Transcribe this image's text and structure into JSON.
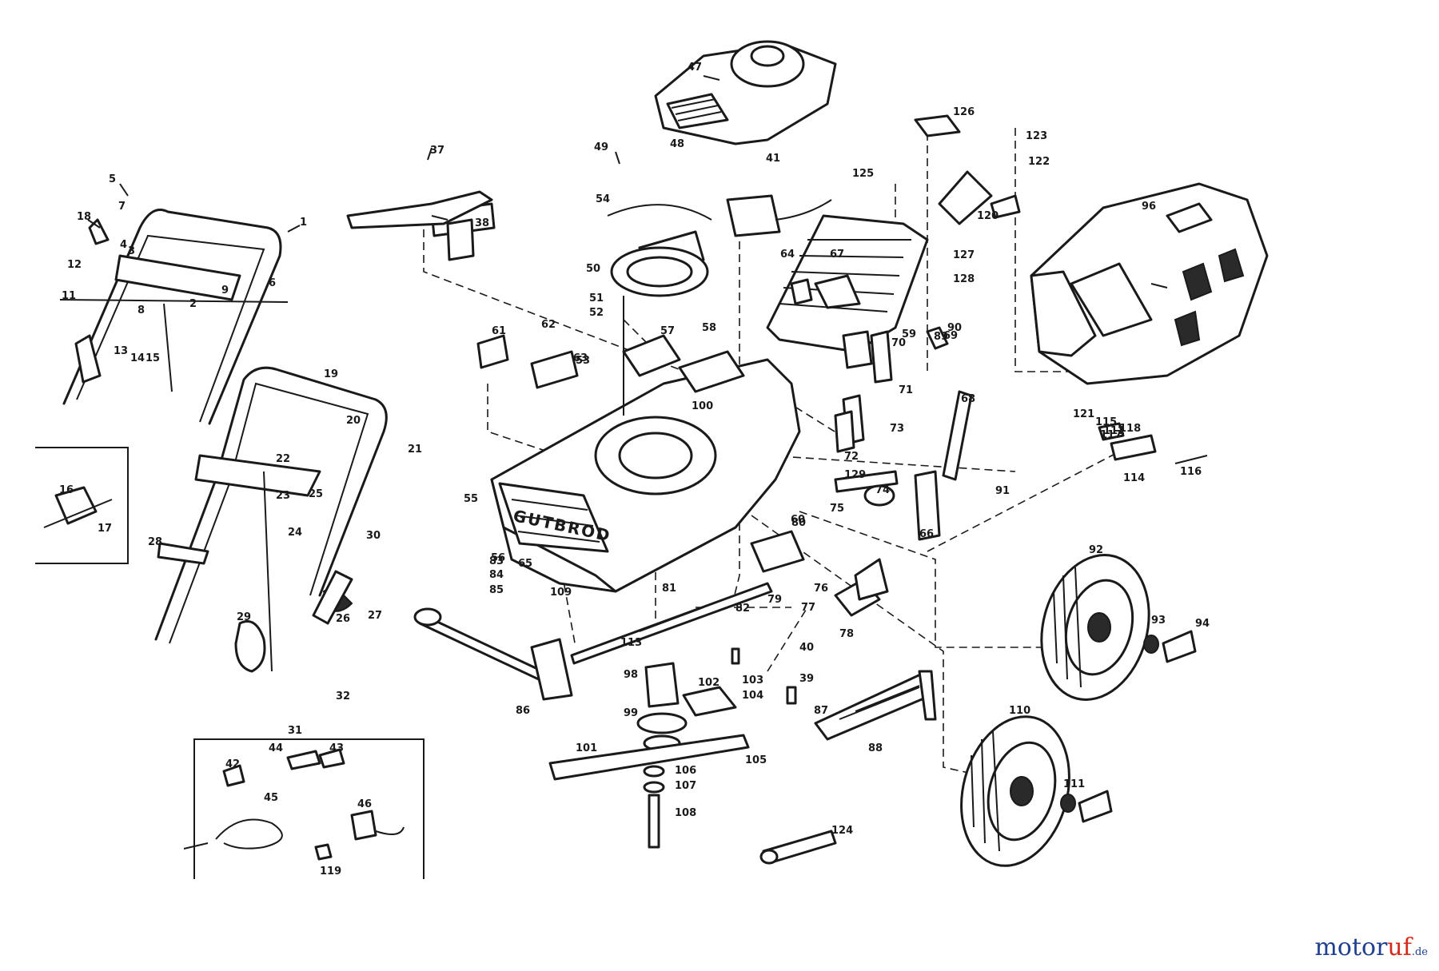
{
  "diagram": {
    "brand_text": "GUTBROD",
    "callouts": [
      "1",
      "2",
      "3",
      "4",
      "5",
      "6",
      "7",
      "8",
      "9",
      "11",
      "12",
      "13",
      "14",
      "15",
      "16",
      "17",
      "18",
      "19",
      "20",
      "21",
      "22",
      "23",
      "24",
      "25",
      "26",
      "27",
      "28",
      "29",
      "30",
      "31",
      "32",
      "37",
      "38",
      "39",
      "40",
      "41",
      "42",
      "43",
      "44",
      "45",
      "46",
      "47",
      "48",
      "49",
      "50",
      "51",
      "52",
      "53",
      "54",
      "55",
      "56",
      "57",
      "58",
      "59",
      "60",
      "61",
      "62",
      "63",
      "64",
      "65",
      "66",
      "67",
      "68",
      "69",
      "70",
      "71",
      "72",
      "73",
      "74",
      "75",
      "76",
      "77",
      "78",
      "79",
      "80",
      "81",
      "82",
      "83",
      "84",
      "85",
      "86",
      "87",
      "88",
      "89",
      "90",
      "91",
      "92",
      "93",
      "94",
      "96",
      "98",
      "99",
      "100",
      "101",
      "102",
      "103",
      "104",
      "105",
      "106",
      "107",
      "108",
      "109",
      "110",
      "111",
      "112",
      "113",
      "114",
      "115",
      "116",
      "117",
      "118",
      "119",
      "120",
      "121",
      "122",
      "123",
      "124",
      "125",
      "126",
      "127",
      "128",
      "129"
    ]
  },
  "watermark": {
    "brand": "motor",
    "brand_accent": "uf",
    "tld": ".de"
  }
}
